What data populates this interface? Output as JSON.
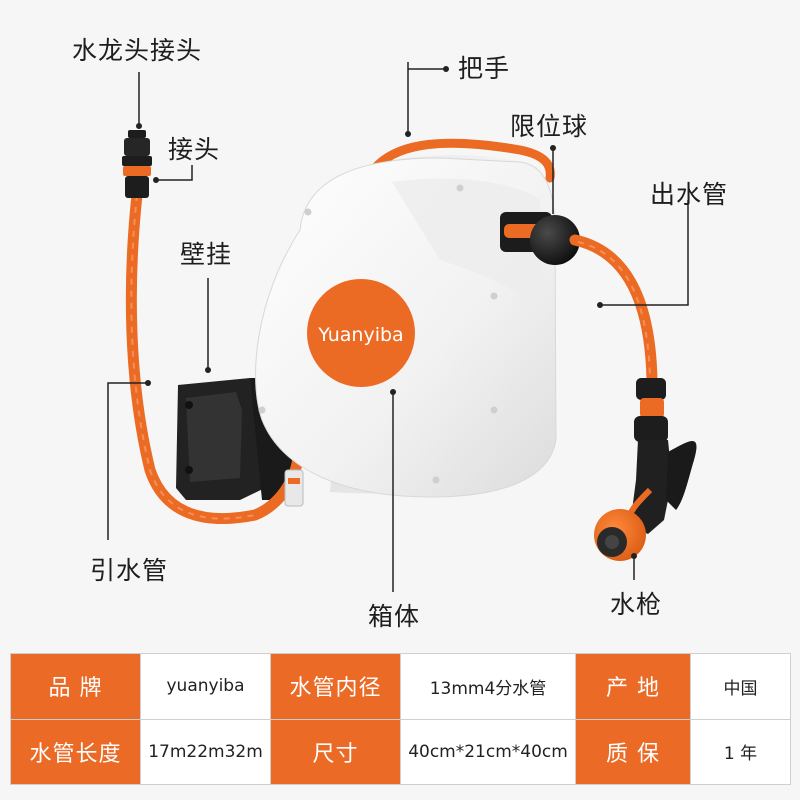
{
  "colors": {
    "orange": "#ec6b24",
    "housing": "#f4f4f4",
    "bracket": "#262626",
    "label_bg": "#ea6a26",
    "value_bg": "#ffffff"
  },
  "product": {
    "brand_logo": "Yuanyiba"
  },
  "callouts": {
    "faucet_connector": "水龙头接头",
    "connector": "接头",
    "handle": "把手",
    "limit_ball": "限位球",
    "outlet_hose": "出水管",
    "wall_mount": "壁挂",
    "lead_hose": "引水管",
    "housing": "箱体",
    "spray_gun": "水枪"
  },
  "specs": {
    "row1": [
      {
        "label": "品 牌",
        "value": "yuanyiba"
      },
      {
        "label": "水管内径",
        "value": "13mm4分水管"
      },
      {
        "label": "产 地",
        "value": "中国"
      }
    ],
    "row2": [
      {
        "label": "水管长度",
        "value": "17m22m32m"
      },
      {
        "label": "尺寸",
        "value": "40cm*21cm*40cm"
      },
      {
        "label": "质 保",
        "value": "1 年"
      }
    ]
  }
}
